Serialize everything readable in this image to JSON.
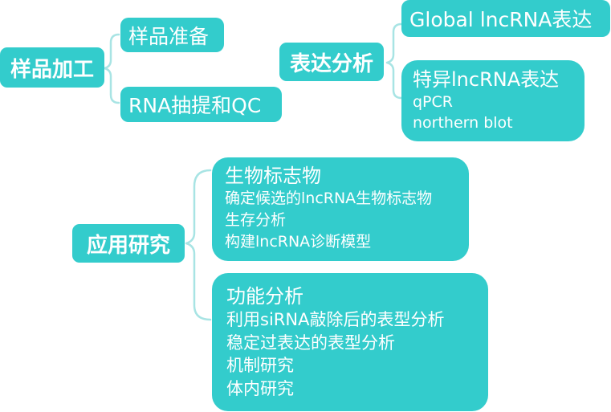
{
  "diagram": {
    "colors": {
      "node_fill": "#33CCCC",
      "node_text": "#FFFFFF",
      "connector": "#A8E4E4"
    },
    "sample_processing": {
      "label": "样品加工",
      "children": [
        "样品准备",
        "RNA抽提和QC"
      ]
    },
    "expression_analysis": {
      "label": "表达分析",
      "global": "Global lncRNA表达",
      "specific": {
        "title": "特异lncRNA表达",
        "items": [
          "qPCR",
          "northern blot"
        ]
      }
    },
    "application_research": {
      "label": "应用研究",
      "biomarker": {
        "title": "生物标志物",
        "items": [
          "确定候选的lncRNA生物标志物",
          "生存分析",
          "构建lncRNA诊断模型"
        ]
      },
      "function_analysis": {
        "title": "功能分析",
        "items": [
          "利用siRNA敲除后的表型分析",
          "稳定过表达的表型分析",
          "机制研究",
          "体内研究"
        ]
      }
    }
  }
}
